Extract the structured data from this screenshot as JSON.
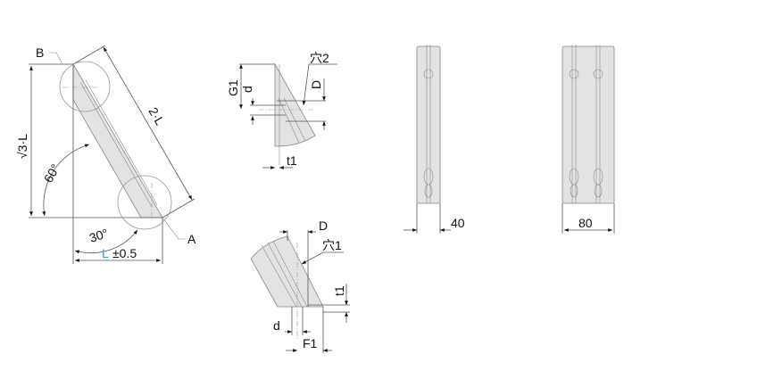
{
  "main_view": {
    "label_b": "B",
    "label_a": "A",
    "height_dim": "√3·L",
    "length_dim": "2·L",
    "angle_60": "60°",
    "angle_30": "30°",
    "width_dim_symbol": "L",
    "width_dim_tolerance": "±0.5"
  },
  "detail_b": {
    "hole_label": "穴2",
    "dim_g1": "G1",
    "dim_d": "d",
    "dim_D": "D",
    "dim_t1": "t1"
  },
  "detail_a": {
    "hole_label": "穴1",
    "dim_D": "D",
    "dim_t1": "t1",
    "dim_d": "d",
    "dim_f1": "F1"
  },
  "front_view_40": {
    "width_label": "40"
  },
  "front_view_80": {
    "width_label": "80"
  },
  "colors": {
    "accent": "#1aa0e0",
    "part_fill": "#e3e3e3"
  }
}
